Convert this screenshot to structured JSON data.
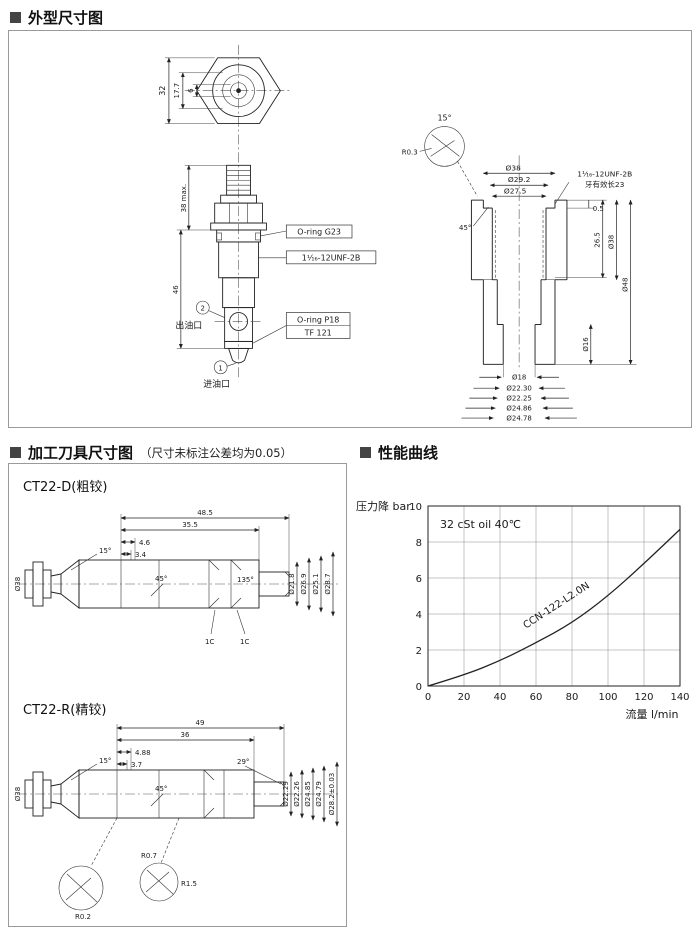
{
  "page": {
    "section1_title": "外型尺寸图",
    "section2_title": "加工刀具尺寸图",
    "section2_note": "（尺寸未标注公差均为0.05）",
    "section3_title": "性能曲线"
  },
  "outline_drawing": {
    "top_view": {
      "dim_height": "32",
      "dim_mid": "17.7",
      "dim_small": "6"
    },
    "side_view": {
      "dim_upper": "38 max.",
      "dim_lower": "46",
      "label_oring_g23": "O-ring G23",
      "label_thread": "1¹⁄₁₆-12UNF-2B",
      "port2_num": "2",
      "port2_label": "出油口",
      "label_oring_p18": "O-ring P18",
      "label_tf": "TF 121",
      "port1_num": "1",
      "port1_label": "进油口"
    },
    "cavity_view": {
      "angle_top": "15°",
      "radius_top": "R0.3",
      "dia_38_top": "Ø38",
      "dia_292": "Ø29.2",
      "dia_275": "Ø27.5",
      "thread": "1¹⁄₁₆-12UNF-2B",
      "thread_note": "牙有效长23",
      "dim_05": "0.5",
      "dim_265": "26.5",
      "dia_16": "Ø16",
      "dia_38": "Ø38",
      "dia_48": "Ø48",
      "angle_45": "45°",
      "dia_18": "Ø18",
      "dia_2230": "Ø22.30",
      "dia_2225": "Ø22.25",
      "dia_2486": "Ø24.86",
      "dia_2478": "Ø24.78"
    }
  },
  "tool_drawings": {
    "ct22d": {
      "title": "CT22-D(粗铰)",
      "len_485": "48.5",
      "len_355": "35.5",
      "len_46": "4.6",
      "len_34": "3.4",
      "ang_15": "15°",
      "ang_45": "45°",
      "ang_135": "135°",
      "dia_218": "Ø21.8",
      "dia_269": "Ø26.9",
      "dia_251": "Ø25.1",
      "dia_287": "Ø28.7",
      "dia_38": "Ø38",
      "chamfer_a": "1C",
      "chamfer_b": "1C"
    },
    "ct22r": {
      "title": "CT22-R(精铰)",
      "len_49": "49",
      "len_36": "36",
      "len_488": "4.88",
      "len_37": "3.7",
      "ang_15": "15°",
      "ang_45": "45°",
      "ang_29": "29°",
      "dia_2229": "Ø22.29",
      "dia_2226": "Ø22.26",
      "dia_2485": "Ø24.85",
      "dia_2479": "Ø24.79",
      "dia_282": "Ø28.2±0.03",
      "dia_38": "Ø38",
      "r_02": "R0.2",
      "r_07": "R0.7",
      "r_15": "R1.5"
    }
  },
  "chart_data": {
    "type": "line",
    "title": "",
    "xlabel": "流量 l/min",
    "ylabel": "压力降 bar",
    "xlim": [
      0,
      140
    ],
    "ylim": [
      0,
      10
    ],
    "xticks": [
      0,
      20,
      40,
      60,
      80,
      100,
      120,
      140
    ],
    "yticks": [
      0,
      2,
      4,
      6,
      8,
      10
    ],
    "grid": true,
    "x": [
      0,
      20,
      40,
      60,
      80,
      100,
      120,
      140
    ],
    "series": [
      {
        "name": "CCN-122-L2.0N",
        "values": [
          0,
          0.6,
          1.4,
          2.4,
          3.5,
          5.0,
          6.8,
          8.7
        ]
      }
    ],
    "annotations": [
      "32 cSt oil 40℃",
      "CCN-122-L2.0N"
    ]
  }
}
